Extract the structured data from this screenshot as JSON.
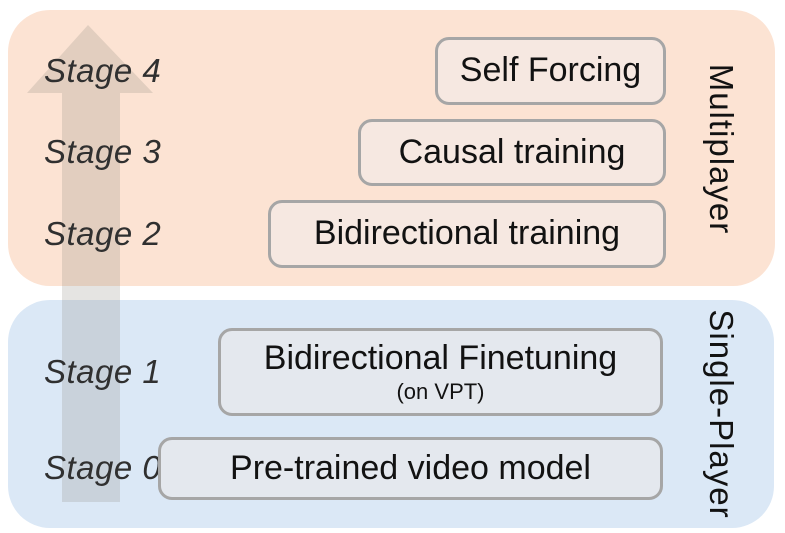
{
  "figure": {
    "sections": [
      {
        "id": "multiplayer",
        "label": "Multiplayer",
        "panel_color": "#fce3d3",
        "box_fill": "#f6e8e1",
        "stages": [
          {
            "stage_label": "Stage 4",
            "box_label": "Self Forcing"
          },
          {
            "stage_label": "Stage 3",
            "box_label": "Causal training"
          },
          {
            "stage_label": "Stage 2",
            "box_label": "Bidirectional training"
          }
        ]
      },
      {
        "id": "single_player",
        "label": "Single-Player",
        "panel_color": "#dbe8f6",
        "box_fill": "#e4e8ee",
        "stages": [
          {
            "stage_label": "Stage 1",
            "box_label": "Bidirectional Finetuning",
            "box_sublabel": "(on VPT)"
          },
          {
            "stage_label": "Stage 0",
            "box_label": "Pre-trained video model"
          }
        ]
      }
    ],
    "arrow": {
      "icon": "up-arrow-icon",
      "direction": "up",
      "color": "#8a857d",
      "opacity": 0.22
    },
    "colors": {
      "box_border": "#a6a6a6",
      "text": "#121212",
      "stage_text": "#303030"
    }
  }
}
